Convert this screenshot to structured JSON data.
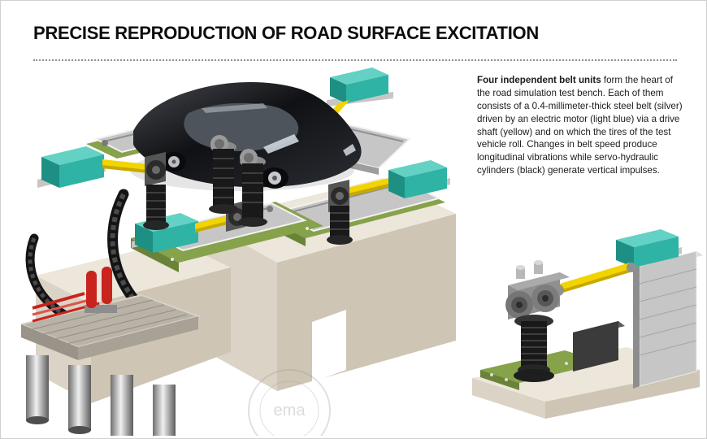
{
  "header": {
    "title": "Precise Reproduction of Road Surface Excitation"
  },
  "caption": {
    "lead": "Four independent belt units",
    "body": " form the heart of the road simulation test bench. Each of them consists of a 0.4-millimeter-thick steel belt (silver) driven by an electric motor (light blue) via a drive shaft (yellow) and on which the tires of the test vehicle roll. Changes in belt speed produce longitudinal vibrations while servo-hydraulic cylinders (black) generate vertical impulses."
  },
  "watermark": {
    "text": "ema"
  },
  "colors": {
    "motor_teal": "#2fb3a4",
    "motor_teal_light": "#63d2c4",
    "motor_teal_dark": "#1e8f83",
    "shaft_yellow": "#f2d400",
    "shaft_yellow_dark": "#c7a800",
    "belt_silver": "#c6c6c6",
    "belt_silver_dark": "#9d9d9d",
    "platform_green": "#86a24a",
    "platform_green_dark": "#6a8338",
    "cylinder_black": "#191919",
    "concrete_top": "#ece6db",
    "concrete_front": "#dbd3c5",
    "concrete_side": "#cec5b4",
    "hydraulic_red": "#c8231c",
    "car_black": "#17181c"
  }
}
